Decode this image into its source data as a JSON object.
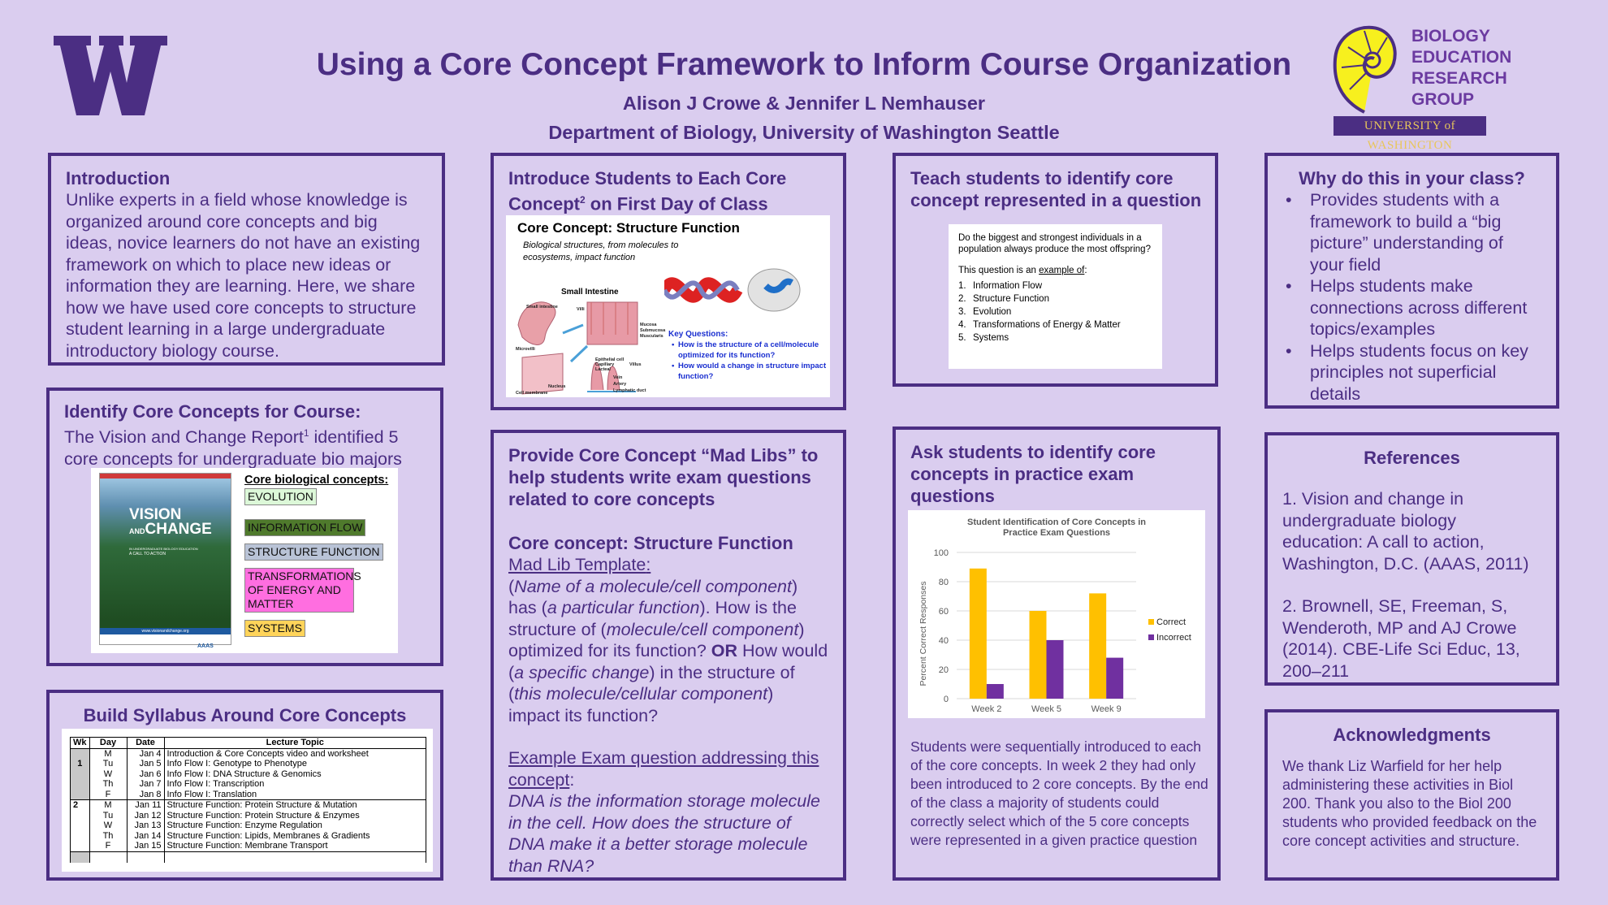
{
  "header": {
    "title": "Using a Core Concept Framework to Inform Course Organization",
    "authors": "Alison J Crowe & Jennifer L Nemhauser",
    "department": "Department of Biology, University of Washington Seattle",
    "left_logo": "W",
    "right_logo": {
      "lines": [
        "BIOLOGY",
        "EDUCATION",
        "RESEARCH",
        "GROUP"
      ],
      "banner": "UNIVERSITY of WASHINGTON"
    }
  },
  "colors": {
    "purple": "#4b2e83",
    "background": "#dacdef",
    "gold": "#ffc000",
    "chart_purple": "#7030a0"
  },
  "introduction": {
    "title": "Introduction",
    "body": "Unlike experts in a field whose knowledge is organized around core concepts and big ideas, novice learners do not have an existing framework on which to place new ideas or information they are learning.  Here, we share how we have used core concepts to structure student learning in a large undergraduate introductory biology course."
  },
  "identify": {
    "title": "Identify Core Concepts for Course:",
    "body_pre": "The Vision and Change Report",
    "body_sup": "1",
    "body_post": " identified 5 core concepts for undergraduate bio majors",
    "cover": {
      "line1": "VISION",
      "line2a": "AND",
      "line2b": "CHANGE",
      "tagline": "IN UNDERGRADUATE BIOLOGY EDUCATION",
      "cta": "A CALL TO ACTION",
      "url": "www.visionandchange.org",
      "publisher": "AAAS"
    },
    "concepts_heading": "Core biological concepts:",
    "concepts": [
      {
        "label": "EVOLUTION",
        "color": "#dcf8d8"
      },
      {
        "label": "INFORMATION FLOW",
        "color": "#4f7a2c"
      },
      {
        "label": "STRUCTURE FUNCTION",
        "color": "#b9c3d6"
      },
      {
        "label": "TRANSFORMATIONS OF ENERGY AND MATTER",
        "color": "#ff6ee0"
      },
      {
        "label": "SYSTEMS",
        "color": "#ffd45a"
      }
    ]
  },
  "syllabus": {
    "title": "Build Syllabus Around Core Concepts",
    "columns": [
      "Wk",
      "Day",
      "Date",
      "Lecture Topic"
    ],
    "weeks": [
      {
        "wk": "1",
        "rows": [
          [
            "M",
            "Jan 4",
            "Introduction & Core Concepts video and worksheet"
          ],
          [
            "Tu",
            "Jan 5",
            "Info Flow I: Genotype to Phenotype"
          ],
          [
            "W",
            "Jan 6",
            "Info Flow I: DNA Structure & Genomics"
          ],
          [
            "Th",
            "Jan 7",
            "Info Flow I: Transcription"
          ],
          [
            "F",
            "Jan 8",
            "Info Flow I: Translation"
          ]
        ]
      },
      {
        "wk": "2",
        "rows": [
          [
            "M",
            "Jan 11",
            "Structure Function: Protein Structure & Mutation"
          ],
          [
            "Tu",
            "Jan 12",
            "Structure Function: Protein Structure & Enzymes"
          ],
          [
            "W",
            "Jan 13",
            "Structure Function: Enzyme Regulation"
          ],
          [
            "Th",
            "Jan 14",
            "Structure Function:  Lipids, Membranes & Gradients"
          ],
          [
            "F",
            "Jan 15",
            "Structure Function: Membrane Transport"
          ]
        ]
      }
    ]
  },
  "introduce": {
    "title_pre": "Introduce Students to Each Core Concept",
    "title_sup": "2",
    "title_post": " on First Day of Class",
    "slide": {
      "heading": "Core Concept: Structure Function",
      "subtitle": "Biological structures, from molecules to ecosystems, impact function",
      "diagram_title": "Small Intestine",
      "diagram_labels": [
        "Small intestine",
        "Villi",
        "Mucosa",
        "Submucosa",
        "Muscularis",
        "Microvilli",
        "Epithelial cell",
        "Capillary",
        "Lacteal",
        "Villus",
        "Vein",
        "Artery",
        "Lymphatic duct",
        "Nucleus",
        "Cell membrane"
      ],
      "key_heading": "Key Questions:",
      "key_questions": [
        "How is the structure of a cell/molecule optimized for its function?",
        "How would a change in structure impact function?"
      ]
    }
  },
  "madlibs": {
    "title": "Provide Core Concept “Mad Libs” to help students write exam questions related to core concepts",
    "concept_line": "Core concept:  Structure Function",
    "template_label": "Mad Lib Template",
    "template_segments": [
      {
        "t": "(",
        "s": ""
      },
      {
        "t": "Name of a molecule/cell component",
        "s": "i"
      },
      {
        "t": ") has (",
        "s": ""
      },
      {
        "t": "a particular function",
        "s": "i"
      },
      {
        "t": "). How is the structure of (",
        "s": ""
      },
      {
        "t": "molecule/cell component",
        "s": "i"
      },
      {
        "t": ") optimized for its function? ",
        "s": ""
      },
      {
        "t": "OR",
        "s": "b"
      },
      {
        "t": " How would (",
        "s": ""
      },
      {
        "t": "a specific change",
        "s": "i"
      },
      {
        "t": ") in the structure of (",
        "s": ""
      },
      {
        "t": "this molecule/cellular component",
        "s": "i"
      },
      {
        "t": ") impact its function?",
        "s": ""
      }
    ],
    "example_label": "Example Exam question addressing this concept",
    "example": "DNA is the information storage molecule in the cell.  How does the structure of DNA make it a better storage molecule than RNA?"
  },
  "teach": {
    "title": "Teach students to identify core concept represented in a question",
    "question": "Do the biggest and strongest individuals in a population always produce the most offspring?",
    "prompt_pre": "This question is an ",
    "prompt_u": "example of",
    "prompt_post": ":",
    "options": [
      "Information Flow",
      "Structure Function",
      "Evolution",
      "Transformations of Energy & Matter",
      "Systems"
    ]
  },
  "ask": {
    "title": "Ask students to identify core concepts in practice exam questions",
    "body": "Students were sequentially introduced to each of the core concepts.  In week 2 they had only been introduced to 2 core concepts.  By the end of the class a majority of students could correctly select which of the 5 core concepts were represented in a given practice question"
  },
  "chart_data": {
    "type": "bar",
    "title": "Student Identification of Core Concepts in Practice Exam Questions",
    "categories": [
      "Week 2",
      "Week 5",
      "Week 9"
    ],
    "series": [
      {
        "name": "Correct",
        "color": "#ffc000",
        "values": [
          89,
          60,
          72
        ]
      },
      {
        "name": "Incorrect",
        "color": "#7030a0",
        "values": [
          10,
          40,
          28
        ]
      }
    ],
    "xlabel": "",
    "ylabel": "Percent Correct Responses",
    "ylim": [
      0,
      100
    ],
    "yticks": [
      0,
      20,
      40,
      60,
      80,
      100
    ],
    "grid": true,
    "legend": "right"
  },
  "why": {
    "title": "Why do this in your class?",
    "bullets": [
      "Provides students with a framework to build a “big picture” understanding of your field",
      "Helps students make connections across different topics/examples",
      "Helps students focus on key principles not superficial details"
    ]
  },
  "references": {
    "title": "References",
    "items": [
      "1.  Vision and change in undergraduate biology education: A call to action, Washington, D.C. (AAAS, 2011)",
      "2.  Brownell, SE, Freeman, S, Wenderoth, MP and AJ Crowe (2014).  CBE-Life Sci Educ, 13, 200–211"
    ]
  },
  "acknowledgments": {
    "title": "Acknowledgments",
    "body": "We thank Liz Warfield for her help administering these activities in Biol 200.  Thank you also to the Biol 200 students who provided feedback on the core concept activities and structure."
  }
}
